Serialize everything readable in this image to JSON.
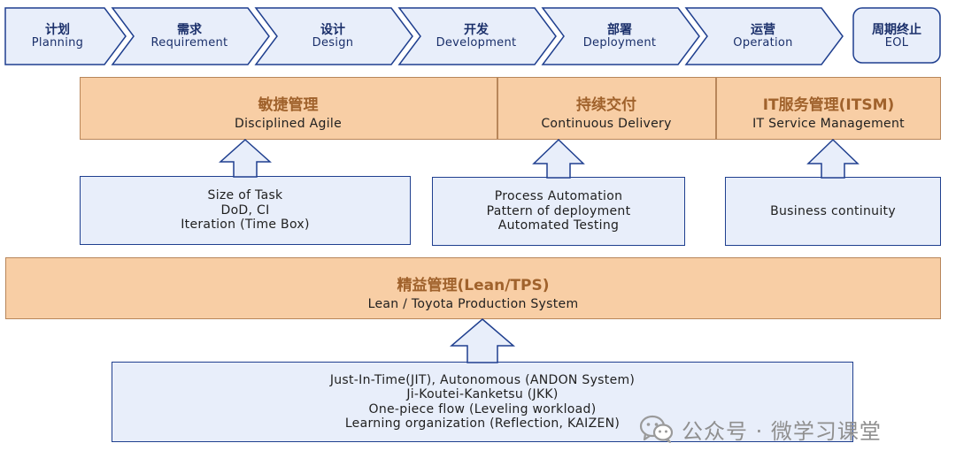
{
  "lifecycle": [
    {
      "cn": "计划",
      "en": "Planning"
    },
    {
      "cn": "需求",
      "en": "Requirement"
    },
    {
      "cn": "设计",
      "en": "Design"
    },
    {
      "cn": "开发",
      "en": "Development"
    },
    {
      "cn": "部署",
      "en": "Deployment"
    },
    {
      "cn": "运营",
      "en": "Operation"
    },
    {
      "cn": "周期终止",
      "en": "EOL"
    }
  ],
  "management": {
    "agile": {
      "cn": "敏捷管理",
      "en": "Disciplined Agile"
    },
    "cd": {
      "cn": "持续交付",
      "en": "Continuous Delivery"
    },
    "itsm": {
      "cn": "IT服务管理(ITSM)",
      "en": "IT Service Management"
    }
  },
  "practices": {
    "agile": [
      "Size of Task",
      "DoD, CI",
      "Iteration (Time Box)"
    ],
    "cd": [
      "Process Automation",
      "Pattern of deployment",
      "Automated Testing"
    ],
    "itsm": [
      "Business continuity"
    ]
  },
  "lean": {
    "cn": "精益管理(Lean/TPS)",
    "en": "Lean / Toyota Production System"
  },
  "lean_practices": [
    "Just-In-Time(JIT), Autonomous (ANDON System)",
    "Ji-Koutei-Kanketsu (JKK)",
    "One-piece flow (Leveling workload)",
    "Learning organization (Reflection, KAIZEN)"
  ],
  "watermark": {
    "text": "公众号 · 微学习课堂",
    "icon": "wechat-icon"
  },
  "colors": {
    "stage_fill": "#e8eefa",
    "stage_border": "#1f3f8f",
    "mgmt_fill": "#f8cea5",
    "mgmt_border": "#b8865a",
    "mgmt_title": "#a0622c",
    "practice_fill": "#e8eefa",
    "practice_border": "#1f3f8f"
  }
}
